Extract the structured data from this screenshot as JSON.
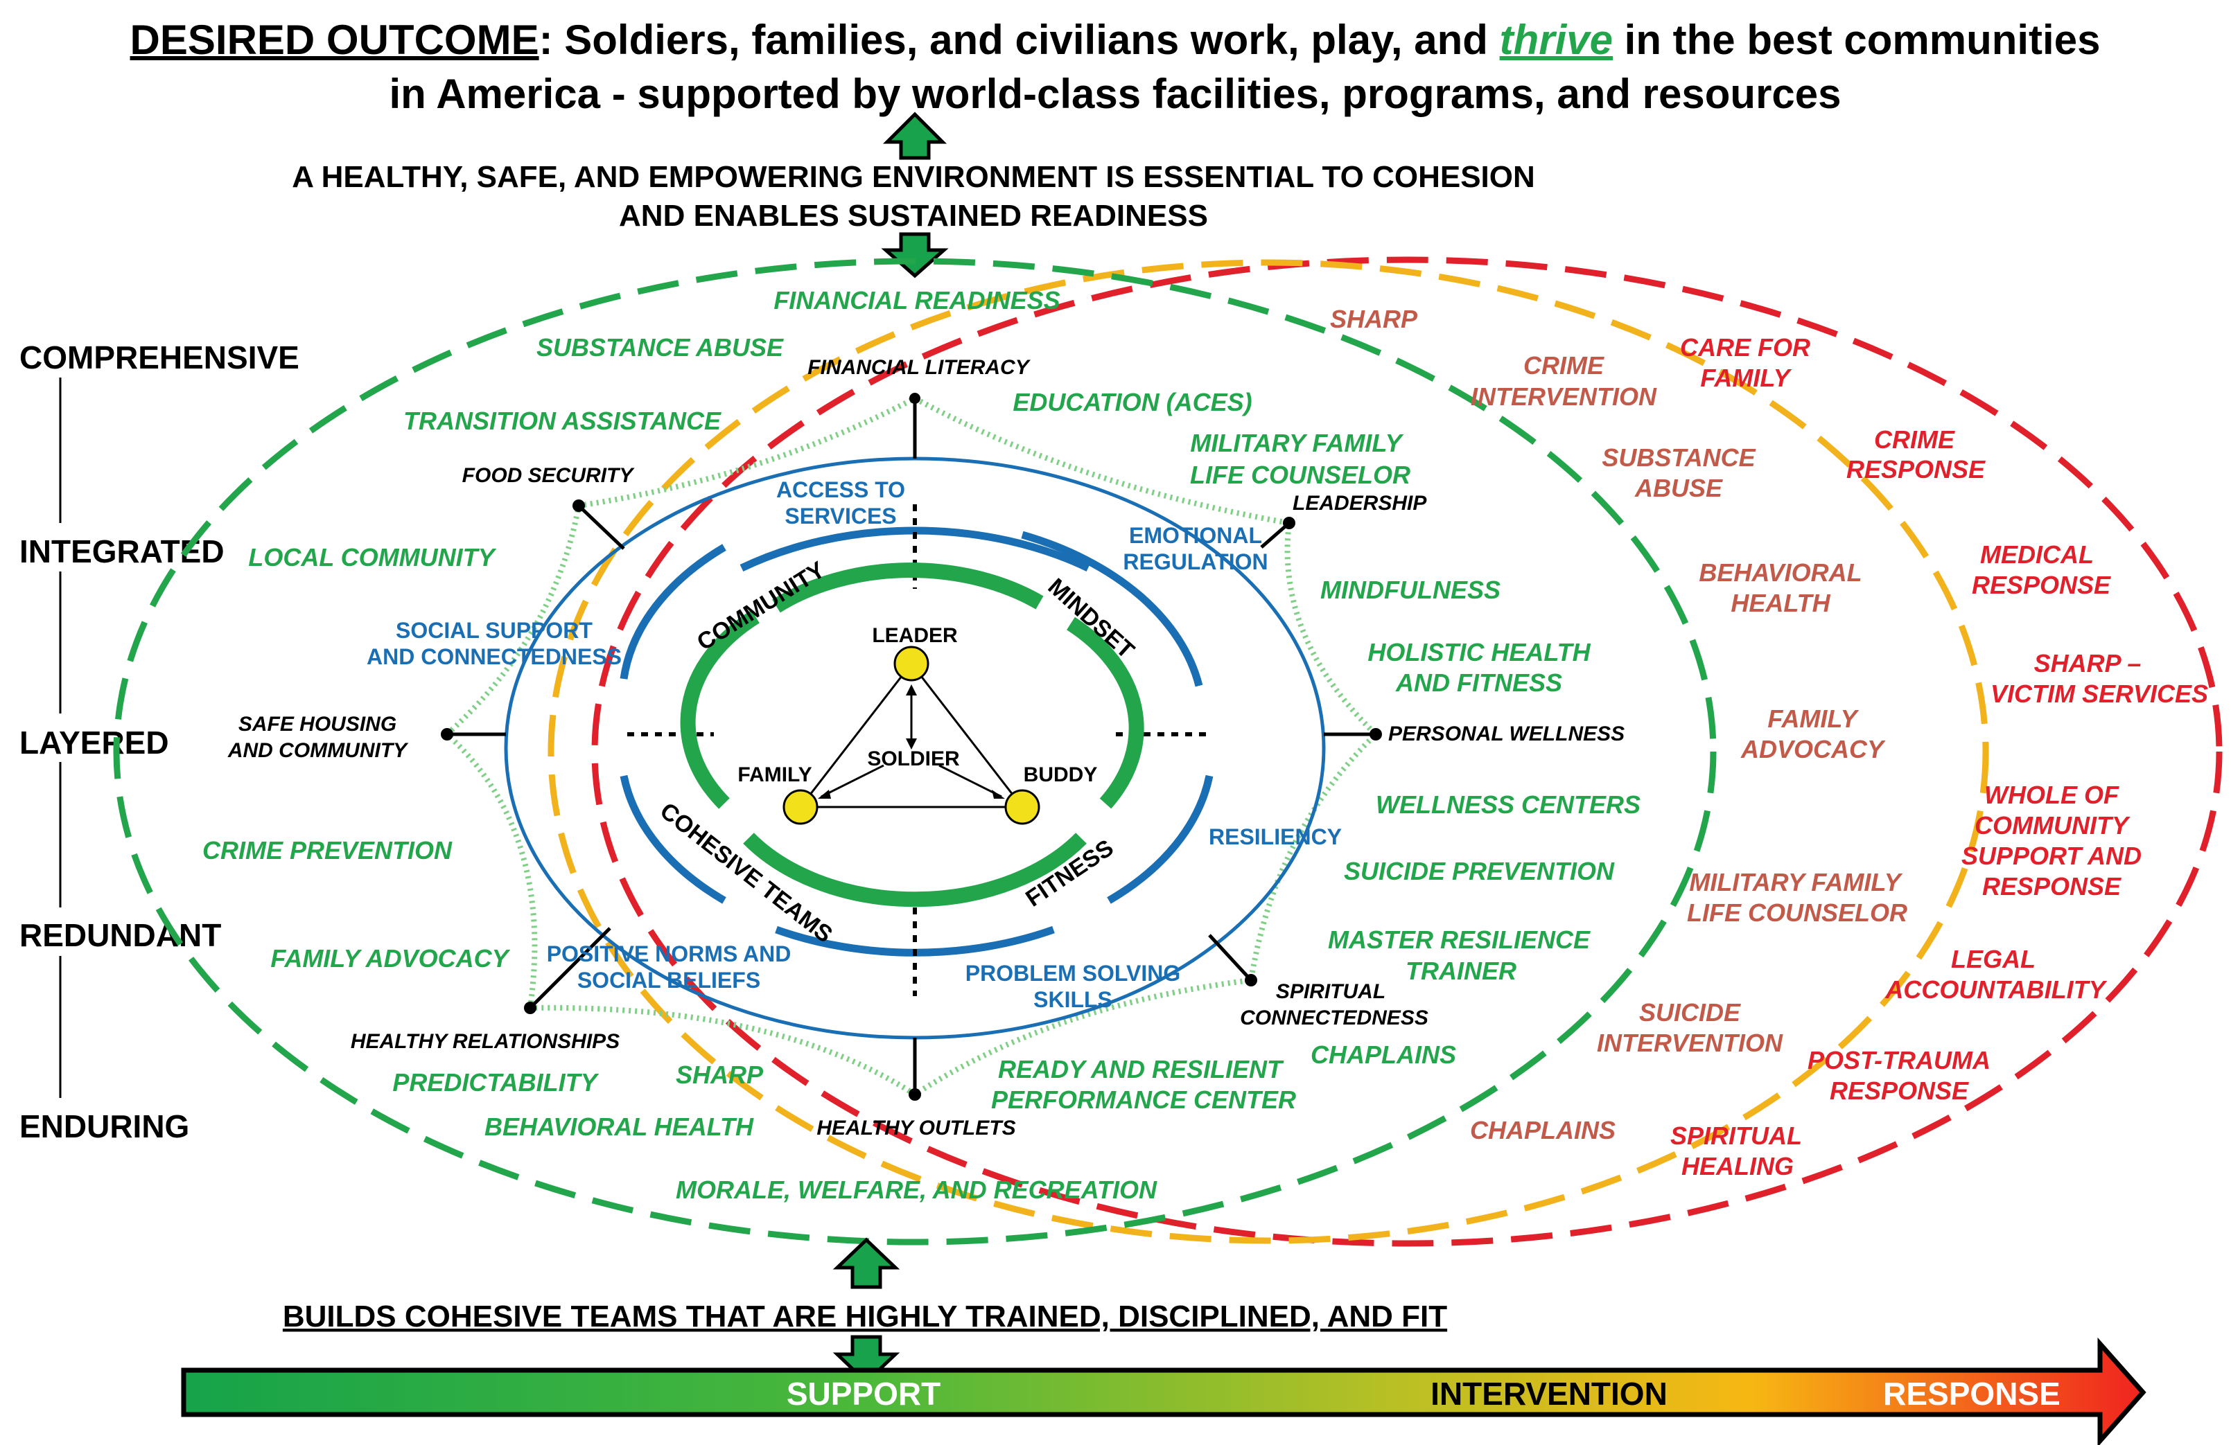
{
  "header": {
    "desired_label": "DESIRED OUTCOME",
    "line1_a": ": Soldiers, families, and civilians work, play, and ",
    "line1_thrive": "thrive",
    "line1_b": " in the best communities",
    "line2": "in America - supported by world-class facilities, programs, and resources",
    "env_line1": "A HEALTHY, SAFE, AND EMPOWERING ENVIRONMENT IS ESSENTIAL TO COHESION",
    "env_line2": "AND ENABLES SUSTAINED READINESS"
  },
  "left_scale": [
    "COMPREHENSIVE",
    "INTEGRATED",
    "LAYERED",
    "REDUNDANT",
    "ENDURING"
  ],
  "green_ring_programs": [
    "FINANCIAL READINESS",
    "SUBSTANCE ABUSE",
    "TRANSITION ASSISTANCE",
    "LOCAL COMMUNITY",
    "CRIME PREVENTION",
    "FAMILY ADVOCACY",
    "PREDICTABILITY",
    "SHARP",
    "BEHAVIORAL HEALTH",
    "MORALE, WELFARE, AND RECREATION",
    "EDUCATION (ACES)",
    "MILITARY FAMILY",
    "LIFE COUNSELOR",
    "MINDFULNESS",
    "HOLISTIC HEALTH",
    "AND FITNESS",
    "WELLNESS CENTERS",
    "SUICIDE PREVENTION",
    "MASTER RESILIENCE",
    "TRAINER",
    "CHAPLAINS",
    "READY AND RESILIENT",
    "PERFORMANCE CENTER"
  ],
  "star_points": [
    "FINANCIAL LITERACY",
    "FOOD SECURITY",
    "LEADERSHIP",
    "SAFE HOUSING",
    "AND COMMUNITY",
    "PERSONAL WELLNESS",
    "HEALTHY RELATIONSHIPS",
    "SPIRITUAL",
    "CONNECTEDNESS",
    "HEALTHY OUTLETS"
  ],
  "blue_ring": [
    "ACCESS TO",
    "SERVICES",
    "EMOTIONAL",
    "REGULATION",
    "SOCIAL SUPPORT",
    "AND CONNECTEDNESS",
    "RESILIENCY",
    "POSITIVE NORMS AND",
    "SOCIAL BELIEFS",
    "PROBLEM SOLVING",
    "SKILLS"
  ],
  "quadrants": [
    "COMMUNITY",
    "MINDSET",
    "COHESIVE TEAMS",
    "FITNESS"
  ],
  "core": [
    "LEADER",
    "SOLDIER",
    "FAMILY",
    "BUDDY"
  ],
  "intervention_ring": [
    "SHARP",
    "CRIME",
    "INTERVENTION",
    "SUBSTANCE",
    "ABUSE",
    "BEHAVIORAL",
    "HEALTH",
    "FAMILY",
    "ADVOCACY",
    "MILITARY FAMILY",
    "LIFE COUNSELOR",
    "SUICIDE",
    "INTERVENTION",
    "CHAPLAINS"
  ],
  "response_ring": [
    "CARE FOR",
    "FAMILY",
    "CRIME",
    "RESPONSE",
    "MEDICAL",
    "RESPONSE",
    "SHARP –",
    "VICTIM SERVICES",
    "WHOLE OF",
    "COMMUNITY",
    "SUPPORT AND",
    "RESPONSE",
    "LEGAL",
    "ACCOUNTABILITY",
    "POST-TRAUMA",
    "RESPONSE",
    "SPIRITUAL",
    "HEALING"
  ],
  "footer": {
    "builds": "BUILDS COHESIVE TEAMS THAT ARE HIGHLY TRAINED, DISCIPLINED, AND FIT",
    "support": "SUPPORT",
    "intervention": "INTERVENTION",
    "response": "RESPONSE"
  },
  "colors": {
    "green": "#23a54c",
    "yellow": "#f2b21b",
    "red": "#e0202a",
    "blue": "#1a6fb4",
    "intervention_text": "#c25a4a"
  }
}
